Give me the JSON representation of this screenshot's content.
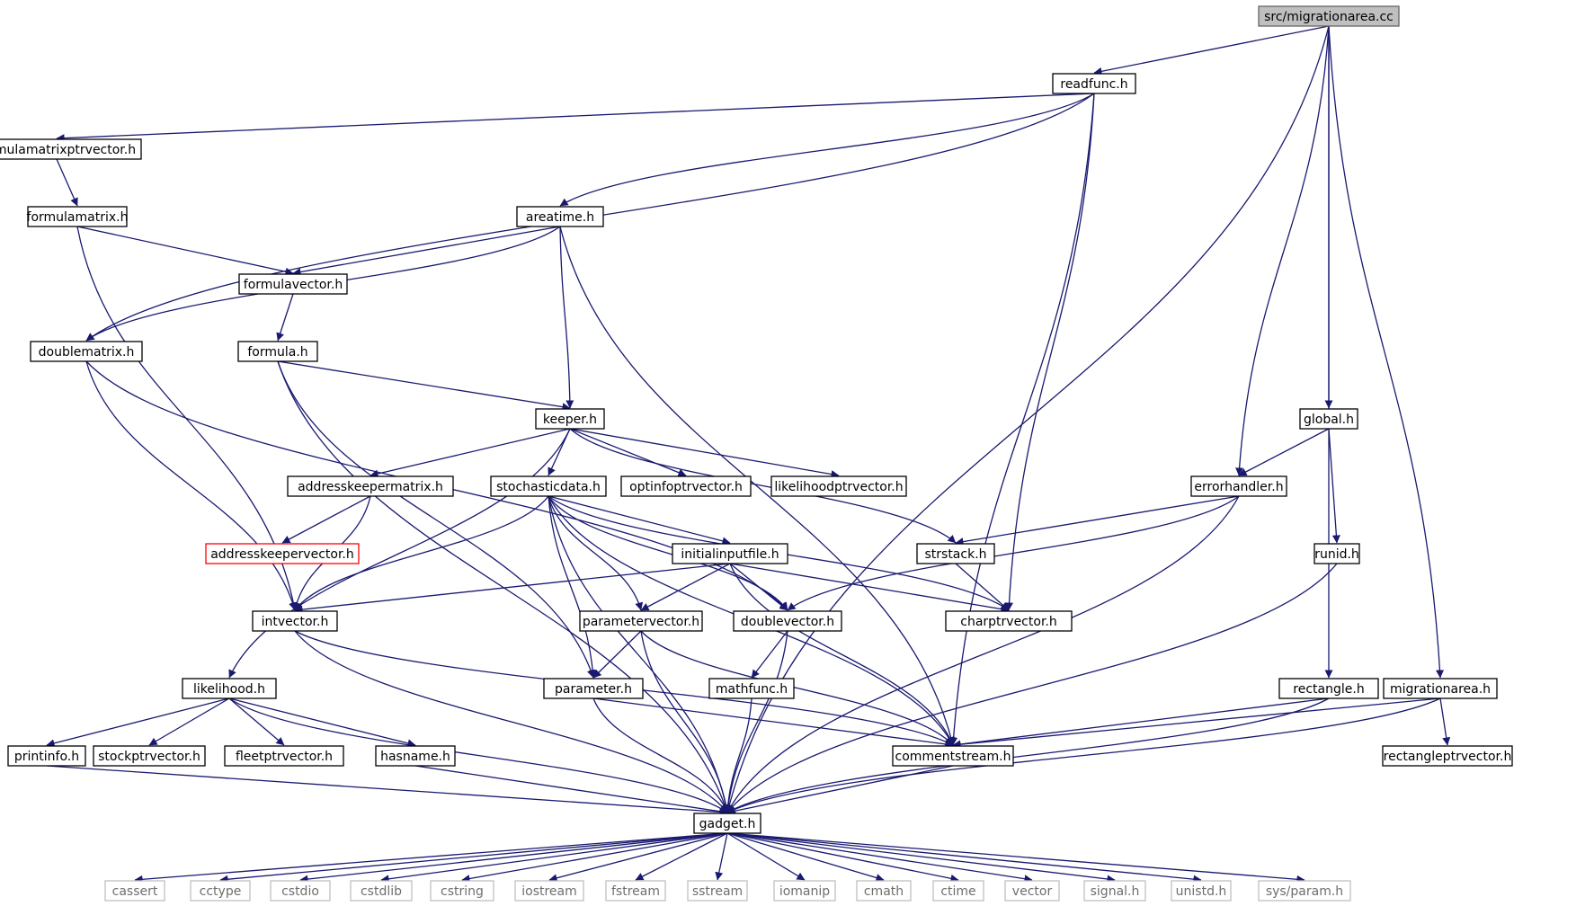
{
  "graph": {
    "colors": {
      "edge": "#191970",
      "root_fill": "#bfbfbf",
      "missing_border": "#ff0000",
      "system_border": "#c0c0c0"
    },
    "nodes": [
      {
        "id": "root",
        "label": "src/migrationarea.cc",
        "kind": "root"
      },
      {
        "id": "readfunc",
        "label": "readfunc.h"
      },
      {
        "id": "fmpv",
        "label": "formulamatrixptrvector.h"
      },
      {
        "id": "fmatrix",
        "label": "formulamatrix.h"
      },
      {
        "id": "areatime",
        "label": "areatime.h"
      },
      {
        "id": "fvector",
        "label": "formulavector.h"
      },
      {
        "id": "dmatrix",
        "label": "doublematrix.h"
      },
      {
        "id": "formula",
        "label": "formula.h"
      },
      {
        "id": "keeper",
        "label": "keeper.h"
      },
      {
        "id": "global",
        "label": "global.h"
      },
      {
        "id": "akm",
        "label": "addresskeepermatrix.h"
      },
      {
        "id": "stoch",
        "label": "stochasticdata.h"
      },
      {
        "id": "optinfo",
        "label": "optinfoptrvector.h"
      },
      {
        "id": "likeptr",
        "label": "likelihoodptrvector.h"
      },
      {
        "id": "errh",
        "label": "errorhandler.h"
      },
      {
        "id": "akv",
        "label": "addresskeepervector.h",
        "kind": "missing"
      },
      {
        "id": "initinput",
        "label": "initialinputfile.h"
      },
      {
        "id": "strstack",
        "label": "strstack.h"
      },
      {
        "id": "runid",
        "label": "runid.h"
      },
      {
        "id": "intvec",
        "label": "intvector.h"
      },
      {
        "id": "paramvec",
        "label": "parametervector.h"
      },
      {
        "id": "dblvec",
        "label": "doublevector.h"
      },
      {
        "id": "charptr",
        "label": "charptrvector.h"
      },
      {
        "id": "likelihood",
        "label": "likelihood.h"
      },
      {
        "id": "param",
        "label": "parameter.h"
      },
      {
        "id": "mathfunc",
        "label": "mathfunc.h"
      },
      {
        "id": "rect",
        "label": "rectangle.h"
      },
      {
        "id": "migarea",
        "label": "migrationarea.h"
      },
      {
        "id": "printinfo",
        "label": "printinfo.h"
      },
      {
        "id": "stockptr",
        "label": "stockptrvector.h"
      },
      {
        "id": "fleetptr",
        "label": "fleetptrvector.h"
      },
      {
        "id": "hasname",
        "label": "hasname.h"
      },
      {
        "id": "comment",
        "label": "commentstream.h"
      },
      {
        "id": "rectptr",
        "label": "rectangleptrvector.h"
      },
      {
        "id": "gadget",
        "label": "gadget.h"
      },
      {
        "id": "cassert",
        "label": "cassert",
        "kind": "sys"
      },
      {
        "id": "cctype",
        "label": "cctype",
        "kind": "sys"
      },
      {
        "id": "cstdio",
        "label": "cstdio",
        "kind": "sys"
      },
      {
        "id": "cstdlib",
        "label": "cstdlib",
        "kind": "sys"
      },
      {
        "id": "cstring",
        "label": "cstring",
        "kind": "sys"
      },
      {
        "id": "iostream",
        "label": "iostream",
        "kind": "sys"
      },
      {
        "id": "fstream",
        "label": "fstream",
        "kind": "sys"
      },
      {
        "id": "sstream",
        "label": "sstream",
        "kind": "sys"
      },
      {
        "id": "iomanip",
        "label": "iomanip",
        "kind": "sys"
      },
      {
        "id": "cmath",
        "label": "cmath",
        "kind": "sys"
      },
      {
        "id": "ctime",
        "label": "ctime",
        "kind": "sys"
      },
      {
        "id": "vector",
        "label": "vector",
        "kind": "sys"
      },
      {
        "id": "signal",
        "label": "signal.h",
        "kind": "sys"
      },
      {
        "id": "unistd",
        "label": "unistd.h",
        "kind": "sys"
      },
      {
        "id": "sysparam",
        "label": "sys/param.h",
        "kind": "sys"
      }
    ],
    "edges": [
      [
        "root",
        "readfunc"
      ],
      [
        "root",
        "errh"
      ],
      [
        "root",
        "global"
      ],
      [
        "root",
        "rect"
      ],
      [
        "root",
        "migarea"
      ],
      [
        "root",
        "gadget"
      ],
      [
        "readfunc",
        "fmpv"
      ],
      [
        "readfunc",
        "areatime"
      ],
      [
        "readfunc",
        "dmatrix"
      ],
      [
        "readfunc",
        "charptr"
      ],
      [
        "readfunc",
        "comment"
      ],
      [
        "fmpv",
        "fmatrix"
      ],
      [
        "fmatrix",
        "fvector"
      ],
      [
        "fmatrix",
        "intvec"
      ],
      [
        "areatime",
        "fvector"
      ],
      [
        "areatime",
        "dmatrix"
      ],
      [
        "areatime",
        "keeper"
      ],
      [
        "areatime",
        "comment"
      ],
      [
        "fvector",
        "formula"
      ],
      [
        "dmatrix",
        "intvec"
      ],
      [
        "dmatrix",
        "dblvec"
      ],
      [
        "formula",
        "keeper"
      ],
      [
        "formula",
        "param"
      ],
      [
        "formula",
        "gadget"
      ],
      [
        "keeper",
        "akm"
      ],
      [
        "keeper",
        "stoch"
      ],
      [
        "keeper",
        "optinfo"
      ],
      [
        "keeper",
        "likeptr"
      ],
      [
        "keeper",
        "strstack"
      ],
      [
        "keeper",
        "likelihood"
      ],
      [
        "akm",
        "akv"
      ],
      [
        "akm",
        "intvec"
      ],
      [
        "stoch",
        "initinput"
      ],
      [
        "stoch",
        "intvec"
      ],
      [
        "stoch",
        "paramvec"
      ],
      [
        "stoch",
        "dblvec"
      ],
      [
        "stoch",
        "charptr"
      ],
      [
        "stoch",
        "param"
      ],
      [
        "stoch",
        "comment"
      ],
      [
        "stoch",
        "gadget"
      ],
      [
        "global",
        "errh"
      ],
      [
        "global",
        "runid"
      ],
      [
        "errh",
        "strstack"
      ],
      [
        "errh",
        "dblvec"
      ],
      [
        "errh",
        "gadget"
      ],
      [
        "initinput",
        "intvec"
      ],
      [
        "initinput",
        "paramvec"
      ],
      [
        "initinput",
        "dblvec"
      ],
      [
        "initinput",
        "charptr"
      ],
      [
        "initinput",
        "comment"
      ],
      [
        "strstack",
        "charptr"
      ],
      [
        "runid",
        "gadget"
      ],
      [
        "intvec",
        "comment"
      ],
      [
        "intvec",
        "gadget"
      ],
      [
        "paramvec",
        "param"
      ],
      [
        "paramvec",
        "comment"
      ],
      [
        "paramvec",
        "gadget"
      ],
      [
        "dblvec",
        "mathfunc"
      ],
      [
        "dblvec",
        "gadget"
      ],
      [
        "likelihood",
        "printinfo"
      ],
      [
        "likelihood",
        "stockptr"
      ],
      [
        "likelihood",
        "fleetptr"
      ],
      [
        "likelihood",
        "hasname"
      ],
      [
        "likelihood",
        "gadget"
      ],
      [
        "param",
        "comment"
      ],
      [
        "param",
        "gadget"
      ],
      [
        "mathfunc",
        "gadget"
      ],
      [
        "rect",
        "comment"
      ],
      [
        "rect",
        "gadget"
      ],
      [
        "migarea",
        "rectptr"
      ],
      [
        "migarea",
        "comment"
      ],
      [
        "migarea",
        "gadget"
      ],
      [
        "printinfo",
        "gadget"
      ],
      [
        "hasname",
        "gadget"
      ],
      [
        "comment",
        "gadget"
      ],
      [
        "gadget",
        "cassert"
      ],
      [
        "gadget",
        "cctype"
      ],
      [
        "gadget",
        "cstdio"
      ],
      [
        "gadget",
        "cstdlib"
      ],
      [
        "gadget",
        "cstring"
      ],
      [
        "gadget",
        "iostream"
      ],
      [
        "gadget",
        "fstream"
      ],
      [
        "gadget",
        "sstream"
      ],
      [
        "gadget",
        "iomanip"
      ],
      [
        "gadget",
        "cmath"
      ],
      [
        "gadget",
        "ctime"
      ],
      [
        "gadget",
        "vector"
      ],
      [
        "gadget",
        "signal"
      ],
      [
        "gadget",
        "unistd"
      ],
      [
        "gadget",
        "sysparam"
      ]
    ]
  }
}
